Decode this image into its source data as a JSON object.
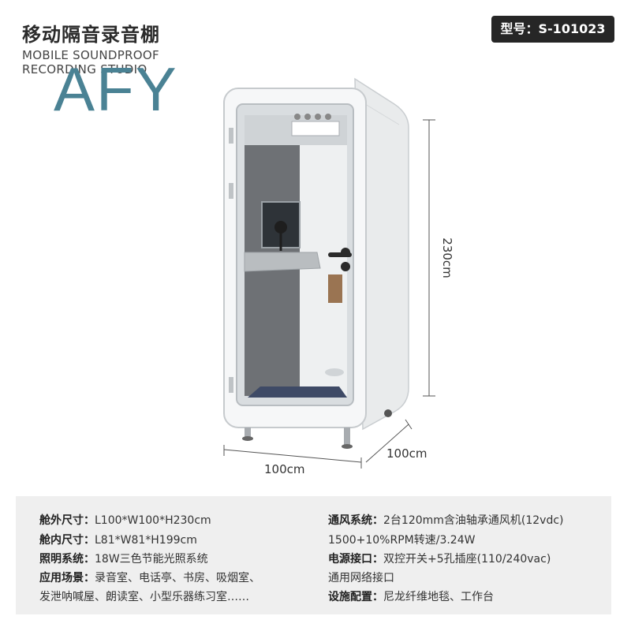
{
  "header": {
    "title": "移动隔音录音棚",
    "subtitle_line1": "MOBILE SOUNDPROOF",
    "subtitle_line2": "RECORDING STUDIO",
    "brand": "AFY"
  },
  "model_badge": "型号：S-101023",
  "dimensions": {
    "height": "230cm",
    "width": "100cm",
    "depth": "100cm"
  },
  "specs": {
    "outer_size_label": "舱外尺寸：",
    "outer_size_value": "L100*W100*H230cm",
    "inner_size_label": "舱内尺寸：",
    "inner_size_value": "L81*W81*H199cm",
    "lighting_label": "照明系统：",
    "lighting_value": "18W三色节能光照系统",
    "scenario_label": "应用场景：",
    "scenario_value_1": "录音室、电话亭、书房、吸烟室、",
    "scenario_value_2": "发泄呐喊屋、朗读室、小型乐器练习室……",
    "ventilation_label": "通风系统：",
    "ventilation_value_1": "2台120mm含油轴承通风机(12vdc)",
    "ventilation_value_2": "1500+10%RPM转速/3.24W",
    "power_label": "电源接口：",
    "power_value_1": "双控开关+5孔插座(110/240vac)",
    "power_value_2": "通用网络接口",
    "equipment_label": "设施配置：",
    "equipment_value": "尼龙纤维地毯、工作台"
  },
  "colors": {
    "brand": "#4a8294",
    "badge_bg": "#262626",
    "spec_bg": "#efefef"
  }
}
